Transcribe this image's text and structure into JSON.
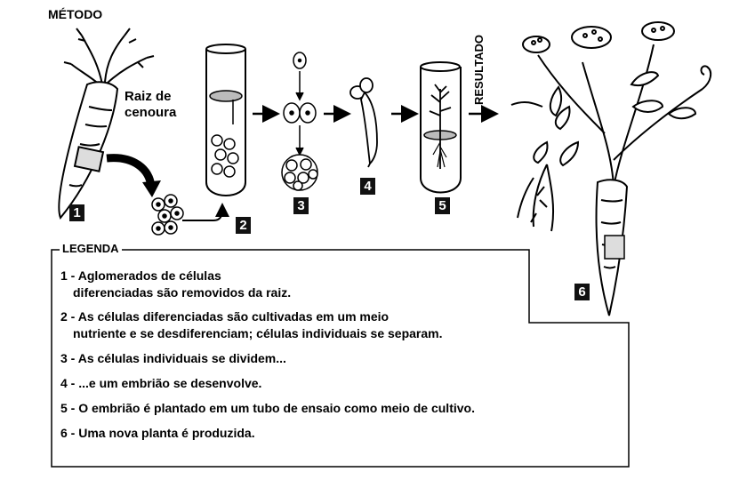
{
  "header": {
    "method_label": "MÉTODO"
  },
  "root_label": {
    "line1": "Raiz de",
    "line2": "cenoura"
  },
  "result_label": "RESULTADO",
  "steps": [
    "1",
    "2",
    "3",
    "4",
    "5",
    "6"
  ],
  "legend": {
    "title": "LEGENDA",
    "items": [
      {
        "line1": "1 - Aglomerados de células",
        "line2": "diferenciadas são removidos da raiz."
      },
      {
        "line1": "2 - As células diferenciadas são cultivadas em um meio",
        "line2": "nutriente e se desdiferenciam; células individuais se separam."
      },
      {
        "line1": "3 - As células individuais se dividem...",
        "line2": ""
      },
      {
        "line1": "4 - ...e um embrião se desenvolve.",
        "line2": ""
      },
      {
        "line1": "5 - O embrião é plantado em um tubo de ensaio como meio de cultivo.",
        "line2": ""
      },
      {
        "line1": "6 - Uma nova planta é produzida.",
        "line2": ""
      }
    ]
  },
  "colors": {
    "ink": "#000000",
    "paper": "#ffffff",
    "badge": "#111111"
  }
}
